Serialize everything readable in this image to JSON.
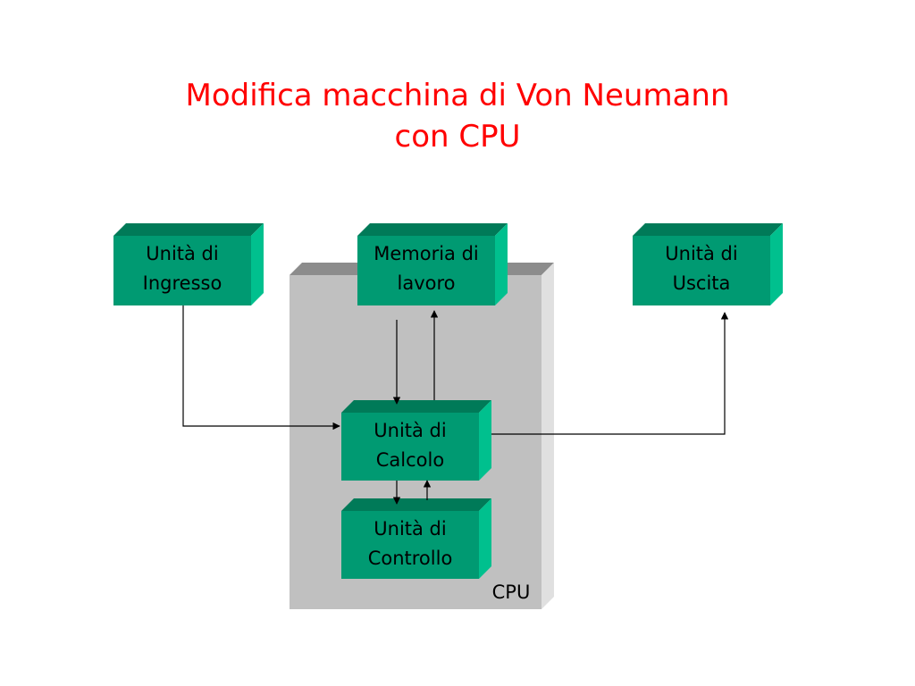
{
  "title": {
    "line1": "Modifica macchina di Von Neumann",
    "line2": "con CPU"
  },
  "colors": {
    "title": "#ff0000",
    "box_front": "#009a72",
    "box_top": "#007a58",
    "box_side": "#00c08e",
    "cpu_front": "#c0c0c0",
    "cpu_top": "#8c8c8c",
    "cpu_side": "#e0e0e0"
  },
  "boxes": {
    "input": {
      "line1": "Unità di",
      "line2": "Ingresso"
    },
    "memory": {
      "line1": "Memoria di",
      "line2": "lavoro"
    },
    "output": {
      "line1": "Unità di",
      "line2": "Uscita"
    },
    "alu": {
      "line1": "Unità di",
      "line2": "Calcolo"
    },
    "control": {
      "line1": "Unità di",
      "line2": "Controllo"
    }
  },
  "cpu": {
    "label": "CPU"
  }
}
